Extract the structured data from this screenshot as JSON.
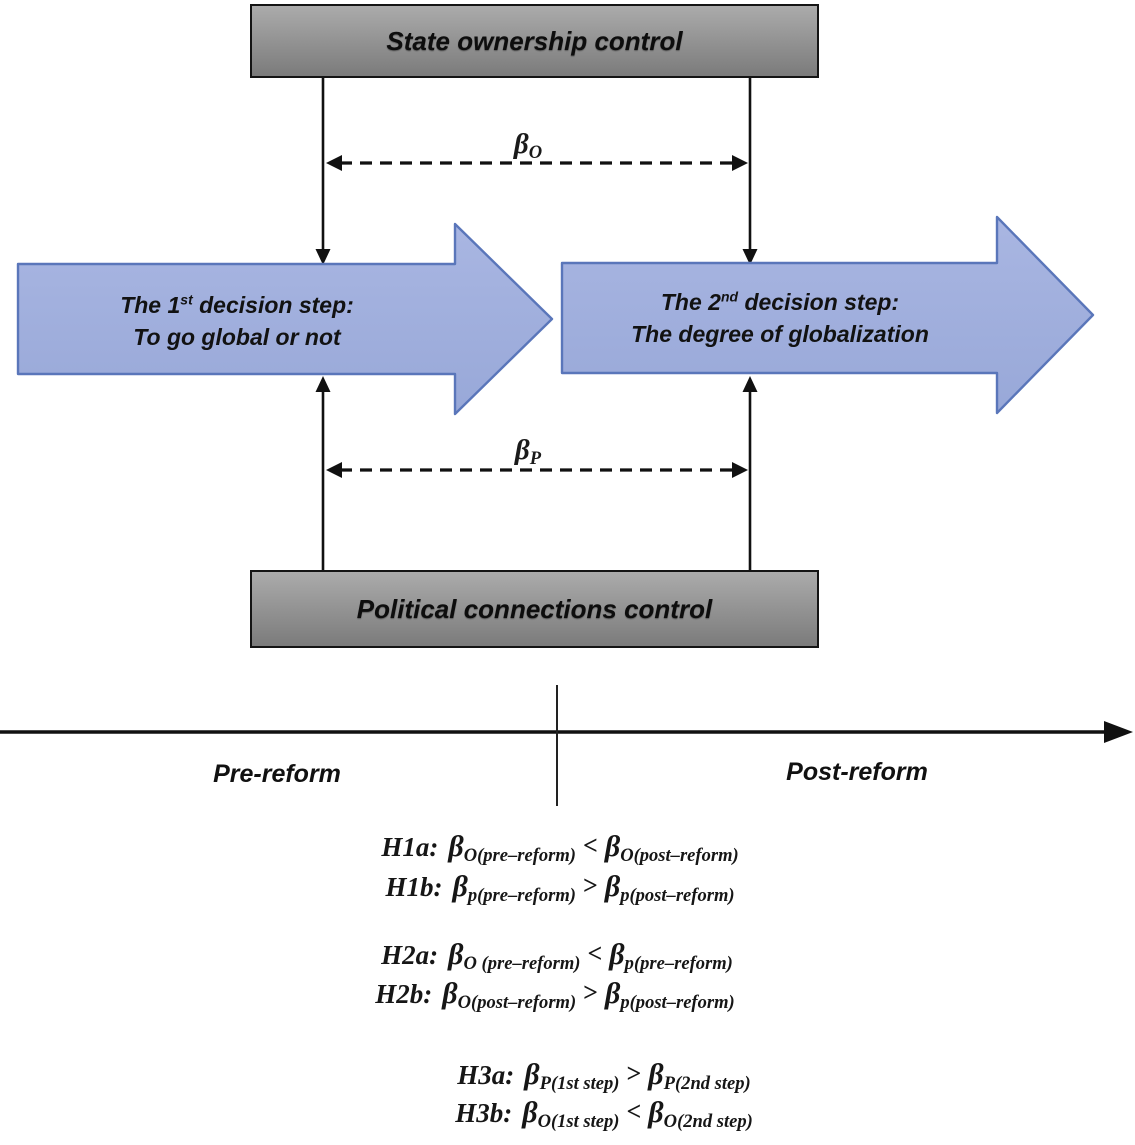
{
  "diagram": {
    "top_box": {
      "label": "State ownership control"
    },
    "bottom_box": {
      "label": "Political connections control"
    },
    "step1_arrow": {
      "line1_pre": "The 1",
      "line1_sup": "st",
      "line1_post": " decision step:",
      "line2": "To go global or not"
    },
    "step2_arrow": {
      "line1_pre": "The 2",
      "line1_sup": "nd",
      "line1_post": " decision step:",
      "line2": "The degree of globalization"
    },
    "beta_o_link": {
      "base": "β",
      "sub": "O"
    },
    "beta_p_link": {
      "base": "β",
      "sub": "P"
    },
    "colors": {
      "arrow_fill": "#a0aedd",
      "arrow_stroke": "#5a76ba",
      "box_gray_top": "#ababab",
      "box_gray_bottom": "#7b7b7b",
      "line_black": "#111111"
    }
  },
  "timeline": {
    "left_label": "Pre-reform",
    "right_label": "Post-reform"
  },
  "hypotheses": [
    {
      "label": "H1a:",
      "lhs": {
        "base": "β",
        "sub": "O(pre–reform)"
      },
      "op": "<",
      "rhs": {
        "base": "β",
        "sub": "O(post–reform)"
      }
    },
    {
      "label": "H1b:",
      "lhs": {
        "base": "β",
        "sub": "p(pre–reform)"
      },
      "op": ">",
      "rhs": {
        "base": "β",
        "sub": "p(post–reform)"
      }
    },
    {
      "label": "H2a:",
      "lhs": {
        "base": "β",
        "sub": "O (pre–reform)"
      },
      "op": "<",
      "rhs": {
        "base": "β",
        "sub": "p(pre–reform)"
      }
    },
    {
      "label": "H2b:",
      "lhs": {
        "base": "β",
        "sub": "O(post–reform)"
      },
      "op": ">",
      "rhs": {
        "base": "β",
        "sub": "p(post–reform)"
      }
    },
    {
      "label": "H3a:",
      "lhs": {
        "base": "β",
        "sub": "P(1st step)"
      },
      "op": ">",
      "rhs": {
        "base": "β",
        "sub": "P(2nd step)"
      }
    },
    {
      "label": "H3b:",
      "lhs": {
        "base": "β",
        "sub": "O(1st step)"
      },
      "op": "<",
      "rhs": {
        "base": "β",
        "sub": "O(2nd step)"
      }
    }
  ]
}
